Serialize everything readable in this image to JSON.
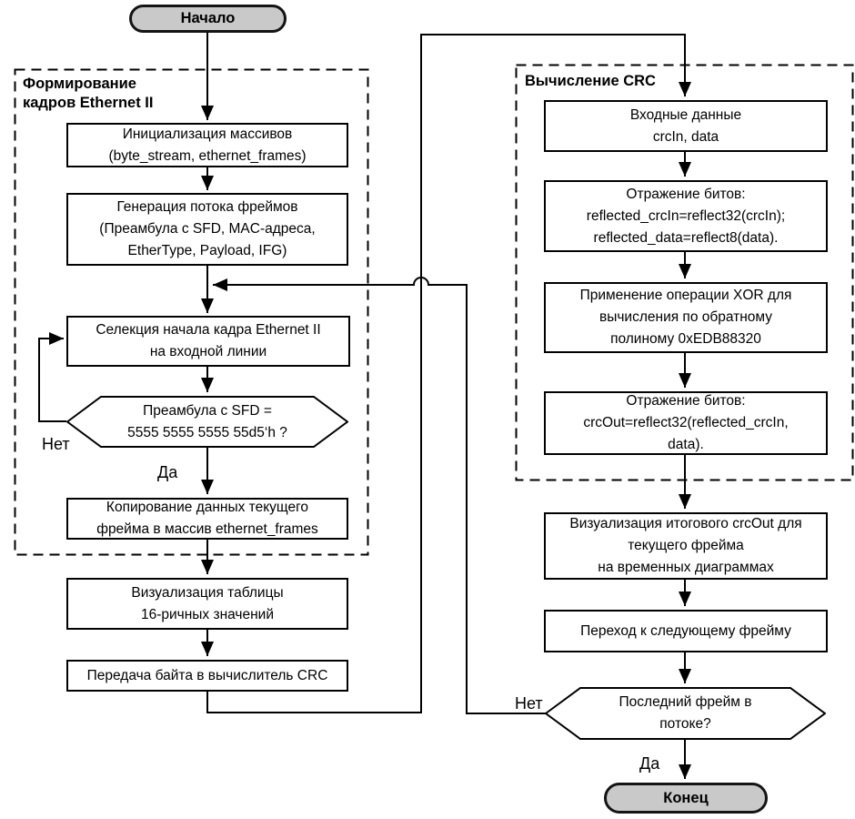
{
  "nodes": {
    "start": {
      "label": "Начало"
    },
    "group_formation": {
      "label_lines": [
        "Формирование",
        "кадров Ethernet II"
      ]
    },
    "init": {
      "lines": [
        "Инициализация массивов",
        "(byte_stream, ethernet_frames)"
      ]
    },
    "generate": {
      "lines": [
        "Генерация потока фреймов",
        "(Преамбула с SFD, MAC-адреса,",
        "EtherType, Payload, IFG)"
      ]
    },
    "select": {
      "lines": [
        "Селекция начала кадра Ethernet II",
        "на входной линии"
      ]
    },
    "preamble_check": {
      "lines": [
        "Преамбула с SFD =",
        "5555 5555 5555 55d5‘h ?"
      ]
    },
    "copy": {
      "lines": [
        "Копирование данных текущего",
        "фрейма в массив ethernet_frames"
      ]
    },
    "hex_table": {
      "lines": [
        "Визуализация таблицы",
        "16-ричных значений"
      ]
    },
    "transfer": {
      "lines": [
        "Передача байта в вычислитель CRC"
      ]
    },
    "group_crc": {
      "label": "Вычисление CRC"
    },
    "crc_input": {
      "lines": [
        "Входные данные",
        "crcIn, data"
      ]
    },
    "reflect_in": {
      "lines": [
        "Отражение битов:",
        "reflected_crcIn=reflect32(crcIn);",
        "reflected_data=reflect8(data)."
      ]
    },
    "xor": {
      "lines": [
        "Применение операции XOR для",
        "вычисления по обратному",
        "полиному 0xEDB88320"
      ]
    },
    "reflect_out": {
      "lines": [
        "Отражение битов:",
        "crcOut=reflect32(reflected_crcIn,",
        "data)."
      ]
    },
    "visualize": {
      "lines": [
        "Визуализация итогового crcOut для",
        "текущего фрейма",
        "на временных диаграммах"
      ]
    },
    "next_frame": {
      "lines": [
        "Переход к следующему фрейму"
      ]
    },
    "last_frame_check": {
      "lines": [
        "Последний фрейм в",
        "потоке?"
      ]
    },
    "end": {
      "label": "Конец"
    }
  },
  "edge_labels": {
    "preamble_no": "Нет",
    "preamble_yes": "Да",
    "last_no": "Нет",
    "last_yes": "Да"
  },
  "colors": {
    "terminal_fill": "#c9c9c9",
    "line": "#000000",
    "box_fill": "#ffffff"
  }
}
